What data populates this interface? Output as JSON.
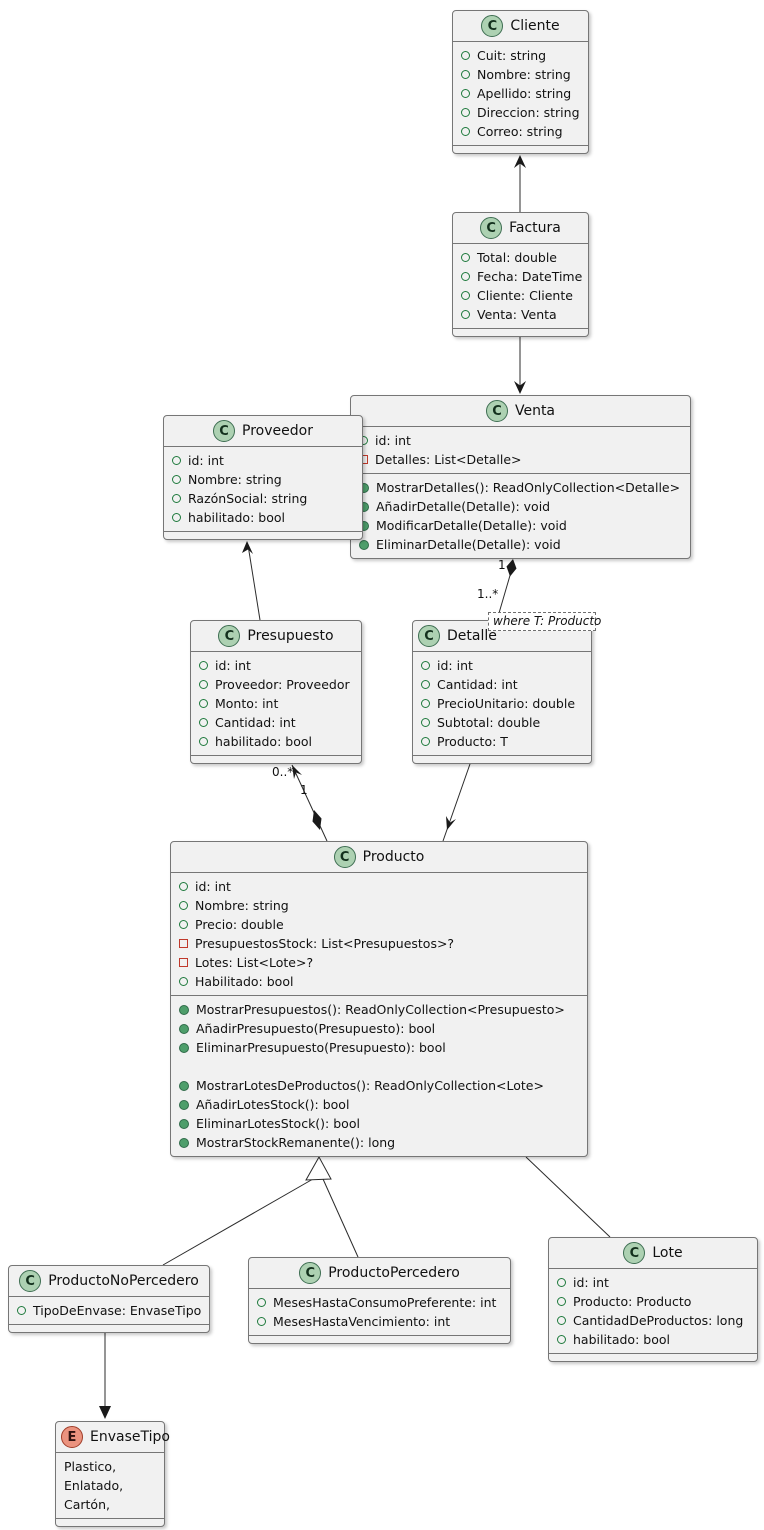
{
  "classes": {
    "cliente": {
      "spot": "C",
      "name": "Cliente",
      "attributes": [
        {
          "icon": "public-field-icon",
          "text": "Cuit: string"
        },
        {
          "icon": "public-field-icon",
          "text": "Nombre: string"
        },
        {
          "icon": "public-field-icon",
          "text": "Apellido: string"
        },
        {
          "icon": "public-field-icon",
          "text": "Direccion: string"
        },
        {
          "icon": "public-field-icon",
          "text": "Correo: string"
        }
      ]
    },
    "factura": {
      "spot": "C",
      "name": "Factura",
      "attributes": [
        {
          "icon": "public-field-icon",
          "text": "Total: double"
        },
        {
          "icon": "public-field-icon",
          "text": "Fecha: DateTime"
        },
        {
          "icon": "public-field-icon",
          "text": "Cliente: Cliente"
        },
        {
          "icon": "public-field-icon",
          "text": "Venta: Venta"
        }
      ]
    },
    "venta": {
      "spot": "C",
      "name": "Venta",
      "attributes": [
        {
          "icon": "public-field-icon",
          "text": "id: int"
        },
        {
          "icon": "private-field-icon",
          "text": "Detalles: List<Detalle>"
        }
      ],
      "methods": [
        {
          "icon": "public-method-icon",
          "text": "MostrarDetalles(): ReadOnlyCollection<Detalle>"
        },
        {
          "icon": "public-method-icon",
          "text": "AñadirDetalle(Detalle): void"
        },
        {
          "icon": "public-method-icon",
          "text": "ModificarDetalle(Detalle): void"
        },
        {
          "icon": "public-method-icon",
          "text": "EliminarDetalle(Detalle): void"
        }
      ]
    },
    "proveedor": {
      "spot": "C",
      "name": "Proveedor",
      "attributes": [
        {
          "icon": "public-field-icon",
          "text": "id: int"
        },
        {
          "icon": "public-field-icon",
          "text": "Nombre: string"
        },
        {
          "icon": "public-field-icon",
          "text": "RazónSocial: string"
        },
        {
          "icon": "public-field-icon",
          "text": "habilitado: bool"
        }
      ]
    },
    "presupuesto": {
      "spot": "C",
      "name": "Presupuesto",
      "attributes": [
        {
          "icon": "public-field-icon",
          "text": "id: int"
        },
        {
          "icon": "public-field-icon",
          "text": "Proveedor: Proveedor"
        },
        {
          "icon": "public-field-icon",
          "text": "Monto: int"
        },
        {
          "icon": "public-field-icon",
          "text": "Cantidad: int"
        },
        {
          "icon": "public-field-icon",
          "text": "habilitado: bool"
        }
      ]
    },
    "detalle": {
      "spot": "C",
      "name": "Detalle",
      "attributes": [
        {
          "icon": "public-field-icon",
          "text": "id: int"
        },
        {
          "icon": "public-field-icon",
          "text": "Cantidad: int"
        },
        {
          "icon": "public-field-icon",
          "text": "PrecioUnitario: double"
        },
        {
          "icon": "public-field-icon",
          "text": "Subtotal: double"
        },
        {
          "icon": "public-field-icon",
          "text": "Producto: T"
        }
      ]
    },
    "producto": {
      "spot": "C",
      "name": "Producto",
      "attributes": [
        {
          "icon": "public-field-icon",
          "text": "id: int"
        },
        {
          "icon": "public-field-icon",
          "text": "Nombre: string"
        },
        {
          "icon": "public-field-icon",
          "text": "Precio: double"
        },
        {
          "icon": "private-field-icon",
          "text": "PresupuestosStock: List<Presupuestos>?"
        },
        {
          "icon": "private-field-icon",
          "text": "Lotes: List<Lote>?"
        },
        {
          "icon": "public-field-icon",
          "text": "Habilitado: bool"
        }
      ],
      "methods": [
        {
          "icon": "public-method-icon",
          "text": "MostrarPresupuestos(): ReadOnlyCollection<Presupuesto>"
        },
        {
          "icon": "public-method-icon",
          "text": "AñadirPresupuesto(Presupuesto): bool"
        },
        {
          "icon": "public-method-icon",
          "text": "EliminarPresupuesto(Presupuesto): bool"
        },
        {
          "icon": "public-method-icon",
          "text": "MostrarLotesDeProductos(): ReadOnlyCollection<Lote>"
        },
        {
          "icon": "public-method-icon",
          "text": "AñadirLotesStock(): bool"
        },
        {
          "icon": "public-method-icon",
          "text": "EliminarLotesStock(): bool"
        },
        {
          "icon": "public-method-icon",
          "text": "MostrarStockRemanente(): long"
        }
      ]
    },
    "productonopercedero": {
      "spot": "C",
      "name": "ProductoNoPercedero",
      "attributes": [
        {
          "icon": "public-field-icon",
          "text": "TipoDeEnvase: EnvaseTipo"
        }
      ]
    },
    "productopercedero": {
      "spot": "C",
      "name": "ProductoPercedero",
      "attributes": [
        {
          "icon": "public-field-icon",
          "text": "MesesHastaConsumoPreferente: int"
        },
        {
          "icon": "public-field-icon",
          "text": "MesesHastaVencimiento: int"
        }
      ]
    },
    "lote": {
      "spot": "C",
      "name": "Lote",
      "attributes": [
        {
          "icon": "public-field-icon",
          "text": "id: int"
        },
        {
          "icon": "public-field-icon",
          "text": "Producto: Producto"
        },
        {
          "icon": "public-field-icon",
          "text": "CantidadDeProductos: long"
        },
        {
          "icon": "public-field-icon",
          "text": "habilitado: bool"
        }
      ]
    },
    "envasetipo": {
      "spot": "E",
      "name": "EnvaseTipo",
      "values": [
        "Plastico,",
        "Enlatado,",
        "Cartón,"
      ]
    }
  },
  "note": {
    "text": "where T: Producto"
  },
  "edge_labels": {
    "venta_source": "1",
    "venta_target": "1..*",
    "producto_source": "1",
    "presupuesto_target": "0..*"
  },
  "colors": {
    "box_fill": "#F1F1F1",
    "box_border": "#767676",
    "class_spot": "#ADD1B2",
    "enum_spot": "#EB937F",
    "public_field_icon": "#1F7A3D",
    "private_field_icon": "#C0392B",
    "public_method_icon": "#4E9E6B",
    "edge": "#2B2B2B"
  }
}
